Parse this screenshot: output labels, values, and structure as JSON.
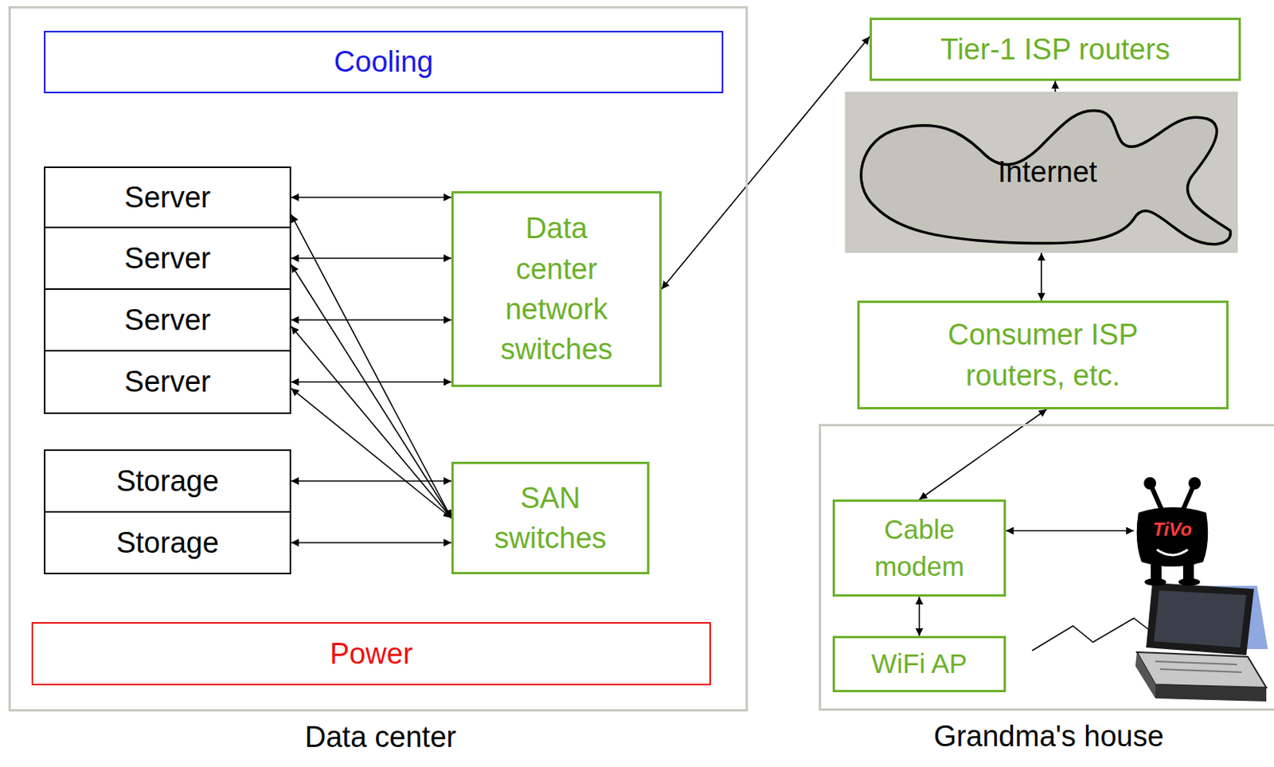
{
  "diagram": {
    "nodes": [
      {
        "text": [
          "Data center"
        ]
      },
      {
        "text": [
          "Cooling"
        ],
        "in": 0
      },
      {
        "text": [
          "Server"
        ],
        "in": 0
      },
      {
        "text": [
          "Server"
        ],
        "in": 0
      },
      {
        "text": [
          "Server"
        ],
        "in": 0
      },
      {
        "text": [
          "Server"
        ],
        "in": 0
      },
      {
        "text": [
          "Data center network switches"
        ],
        "in": 0
      },
      {
        "text": [
          "Storage"
        ],
        "in": 0
      },
      {
        "text": [
          "Storage"
        ],
        "in": 0
      },
      {
        "text": [
          "SAN switches"
        ],
        "in": 0
      },
      {
        "text": [
          "Power"
        ],
        "in": 0
      },
      {
        "text": [
          "Tier-1 ISP routers"
        ]
      },
      {
        "text": [
          "Internet"
        ]
      },
      {
        "text": [
          "Consumer ISP routers, etc."
        ]
      },
      {
        "text": [
          "Grandma's house"
        ]
      },
      {
        "text": [
          "Cable modem"
        ],
        "in": 14
      },
      {
        "text": [
          "WiFi AP"
        ],
        "in": 14
      },
      {
        "text": [
          "TiVo"
        ],
        "in": 14
      }
    ],
    "edges": [
      {
        "from": 2,
        "to": 6,
        "arrow": "both"
      },
      {
        "from": 3,
        "to": 6,
        "arrow": "both"
      },
      {
        "from": 4,
        "to": 6,
        "arrow": "both"
      },
      {
        "from": 5,
        "to": 6,
        "arrow": "both"
      },
      {
        "from": 2,
        "to": 9,
        "arrow": "both"
      },
      {
        "from": 3,
        "to": 9,
        "arrow": "both"
      },
      {
        "from": 4,
        "to": 9,
        "arrow": "both"
      },
      {
        "from": 5,
        "to": 9,
        "arrow": "both"
      },
      {
        "from": 7,
        "to": 9,
        "arrow": "both"
      },
      {
        "from": 8,
        "to": 9,
        "arrow": "both"
      },
      {
        "from": 6,
        "to": 11,
        "arrow": "both"
      },
      {
        "from": 12,
        "to": 11,
        "arrow": "to"
      },
      {
        "from": 12,
        "to": 13,
        "arrow": "both"
      },
      {
        "from": 13,
        "to": 15,
        "arrow": "both"
      },
      {
        "from": 15,
        "to": 17,
        "arrow": "both"
      },
      {
        "from": 15,
        "to": 16,
        "arrow": "both"
      }
    ]
  }
}
